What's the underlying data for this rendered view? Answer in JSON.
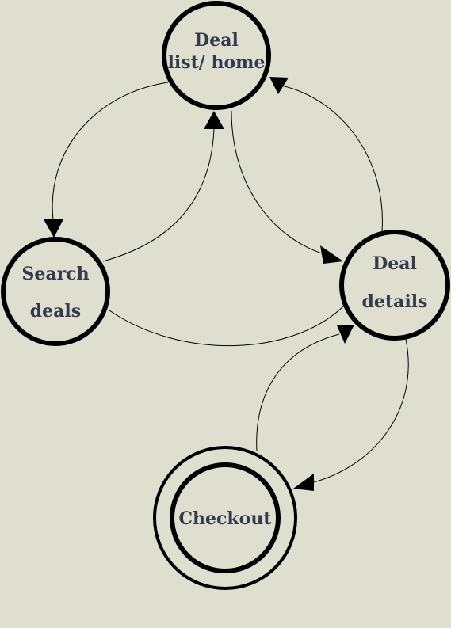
{
  "diagram": {
    "background": "#dfdfd0",
    "label_color": "#363a4f",
    "nodes": [
      {
        "id": "home",
        "lines": [
          "Deal",
          "list/ home"
        ],
        "accepting": false
      },
      {
        "id": "search",
        "lines": [
          "Search",
          "deals"
        ],
        "accepting": false
      },
      {
        "id": "details",
        "lines": [
          "Deal",
          "details"
        ],
        "accepting": false
      },
      {
        "id": "checkout",
        "lines": [
          "Checkout"
        ],
        "accepting": true
      }
    ],
    "edges": [
      {
        "from": "home",
        "to": "search"
      },
      {
        "from": "search",
        "to": "home"
      },
      {
        "from": "home",
        "to": "details"
      },
      {
        "from": "details",
        "to": "home"
      },
      {
        "from": "search",
        "to": "details"
      },
      {
        "from": "details",
        "to": "checkout"
      },
      {
        "from": "checkout",
        "to": "details"
      }
    ]
  }
}
